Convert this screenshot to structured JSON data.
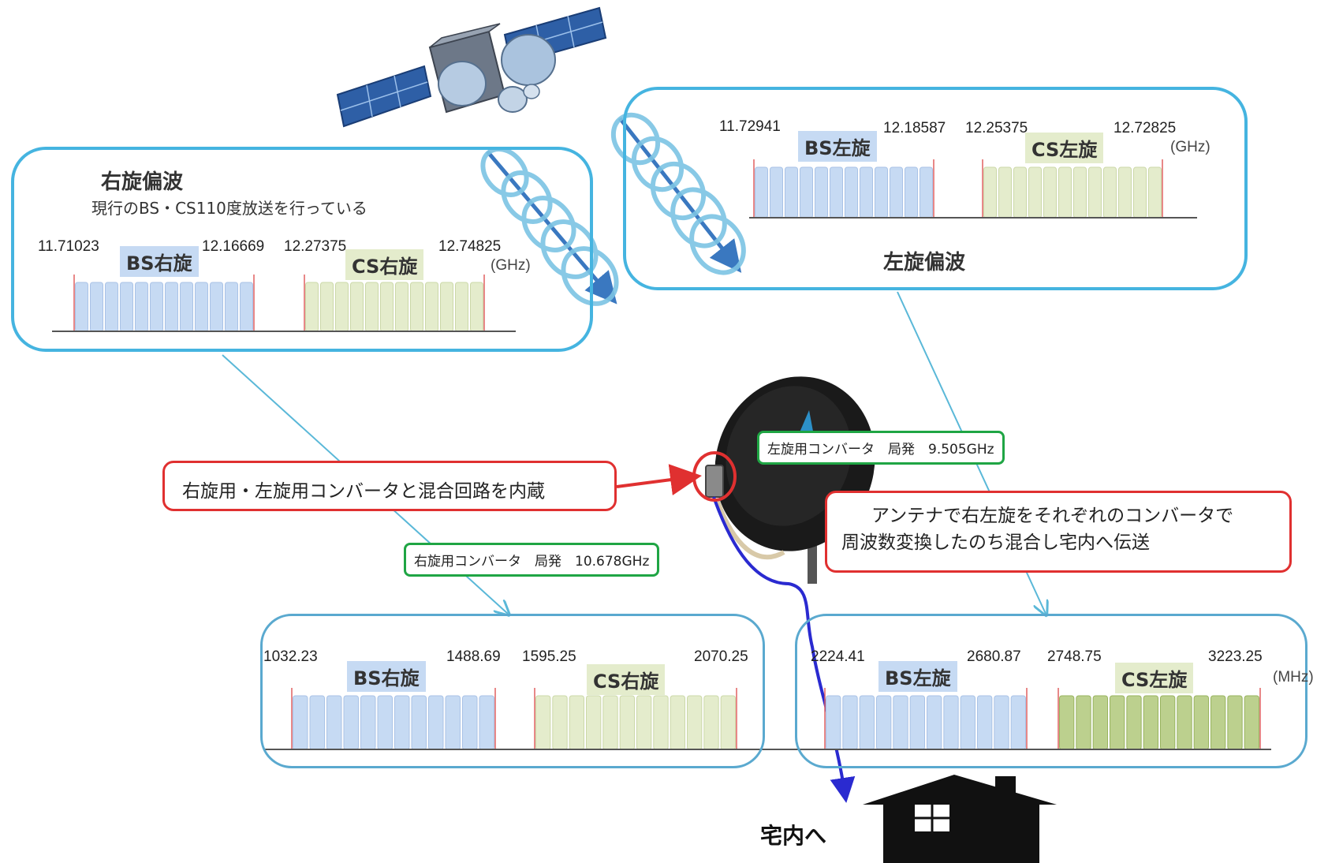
{
  "right_panel": {
    "title": "右旋偏波",
    "subtitle": "現行のBS・CS110度放送を行っている",
    "bs_label": "BS右旋",
    "cs_label": "CS右旋",
    "f1": "11.71023",
    "f2": "12.16669",
    "f3": "12.27375",
    "f4": "12.74825",
    "unit": "(GHz)"
  },
  "left_panel": {
    "title": "左旋偏波",
    "bs_label": "BS左旋",
    "cs_label": "CS左旋",
    "f1": "11.72941",
    "f2": "12.18587",
    "f3": "12.25375",
    "f4": "12.72825",
    "unit": "(GHz)"
  },
  "converter_callout": "右旋用・左旋用コンバータと混合回路を内蔵",
  "left_converter": "左旋用コンバータ　局発　9.505GHz",
  "right_converter": "右旋用コンバータ　局発　10.678GHz",
  "explanation": {
    "line1": "アンテナで右左旋をそれぞれのコンバータで",
    "line2": "周波数変換したのち混合し宅内へ伝送"
  },
  "if_right": {
    "bs_label": "BS右旋",
    "cs_label": "CS右旋",
    "f1": "1032.23",
    "f2": "1488.69",
    "f3": "1595.25",
    "f4": "2070.25"
  },
  "if_left": {
    "bs_label": "BS左旋",
    "cs_label": "CS左旋",
    "f1": "2224.41",
    "f2": "2680.87",
    "f3": "2748.75",
    "f4": "3223.25",
    "unit": "(MHz)"
  },
  "home_label": "宅内へ",
  "colors": {
    "panel_border": "#45b4e0",
    "bs_fill": "#c6daf3",
    "cs_fill": "#e4eccc",
    "callout_red": "#e03030",
    "converter_green": "#1fa544",
    "cable_blue": "#2a2ad0"
  }
}
